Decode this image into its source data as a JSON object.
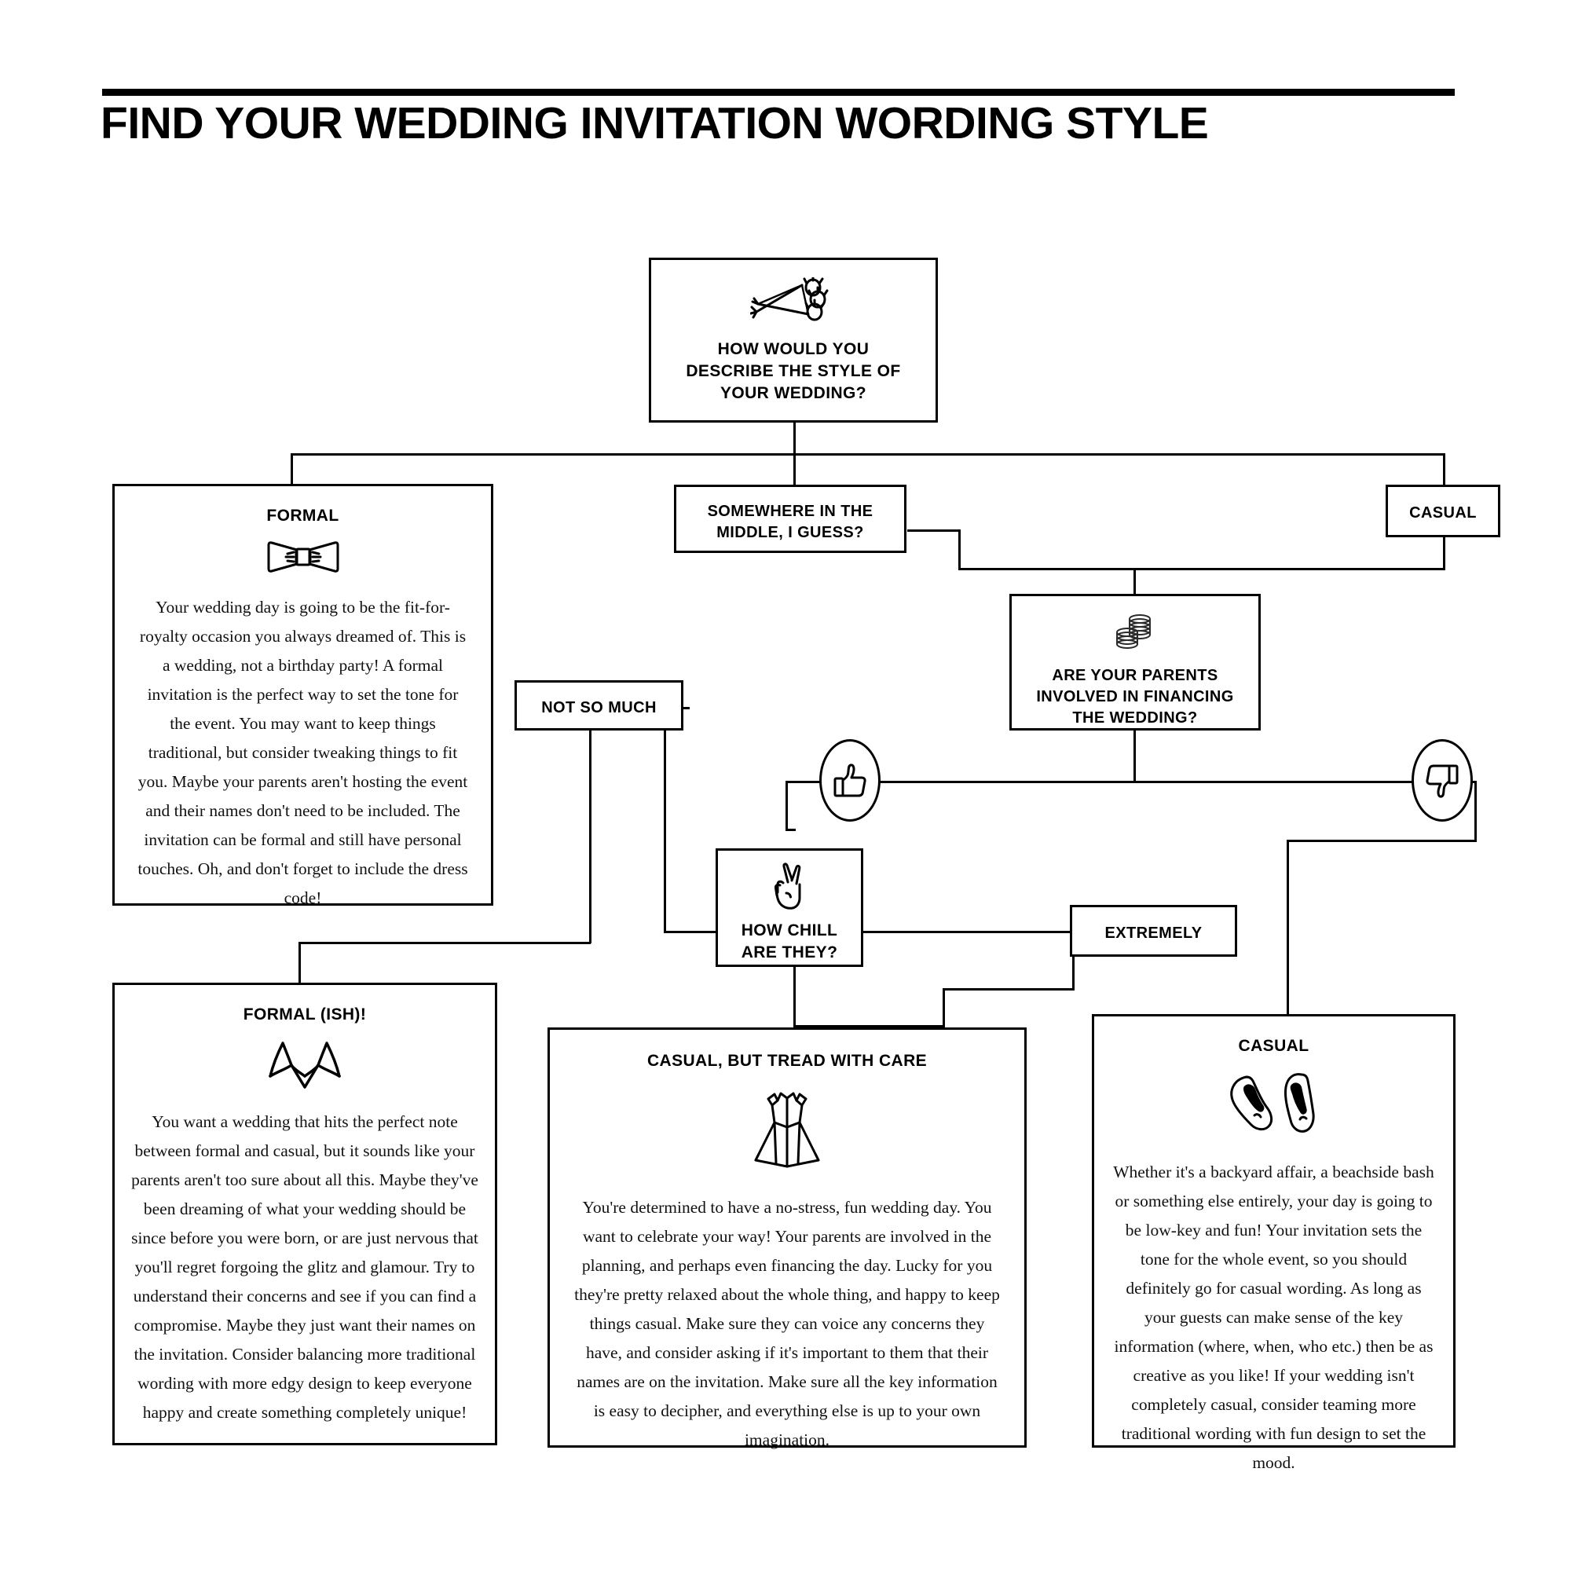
{
  "header": {
    "title": "FIND YOUR WEDDING INVITATION WORDING STYLE"
  },
  "flowchart": {
    "type": "decision-tree",
    "start": {
      "id": "start",
      "icon": "bouquet-icon",
      "question": "HOW WOULD YOU DESCRIBE THE STYLE OF YOUR WEDDING?",
      "line1": "HOW WOULD YOU",
      "line2": "DESCRIBE THE STYLE OF",
      "line3": "YOUR WEDDING?"
    },
    "answers": {
      "formal": "FORMAL",
      "middle_l1": "SOMEWHERE IN THE",
      "middle_l2": "MIDDLE, I GUESS?",
      "casual": "CASUAL",
      "not_so_much": "NOT SO MUCH",
      "extremely": "EXTREMELY",
      "thumbs_up": "yes",
      "thumbs_down": "no"
    },
    "finance_question": {
      "id": "finance",
      "icon": "coins-icon",
      "line1": "ARE YOUR PARENTS",
      "line2": "INVOLVED IN FINANCING",
      "line3": "THE WEDDING?"
    },
    "chill_question": {
      "id": "chill",
      "icon": "peace-hand-icon",
      "line1": "HOW CHILL",
      "line2": "ARE THEY?"
    },
    "results": [
      {
        "id": "result-formal",
        "title": "FORMAL",
        "icon": "bow-tie-icon",
        "body": "Your wedding day is going to be the fit-for-royalty occasion you always dreamed of. This is a wedding, not a birthday party! A formal invitation is the perfect way to set the tone for the event. You may want to keep things traditional, but consider tweaking things to fit you. Maybe your parents aren't hosting the event and their names don't need to be included. The invitation can be formal and still have personal touches. Oh, and don't forget to include the dress code!"
      },
      {
        "id": "result-formal-ish",
        "title": "FORMAL (ISH)!",
        "icon": "open-collar-icon",
        "body": "You want a wedding that hits the perfect note between formal and casual, but it sounds like your parents aren't too sure about all this. Maybe they've been dreaming of what your wedding should be since before you were born, or are just nervous that you'll regret forgoing the glitz and glamour. Try to understand their concerns and see if you can find a compromise. Maybe they just want their names on the invitation. Consider balancing more traditional wording with more edgy design to keep everyone happy and create something completely unique!"
      },
      {
        "id": "result-casual-care",
        "title": "CASUAL, BUT TREAD WITH CARE",
        "icon": "dress-icon",
        "body": "You're determined to have a no-stress, fun wedding day. You want to celebrate your way! Your parents are involved in the planning, and perhaps even financing the day. Lucky for you they're pretty relaxed about the whole thing, and happy to keep things casual. Make sure they can voice any concerns they have, and consider asking if it's important to them that their names are on the invitation. Make sure all the key information is easy to decipher, and everything else is up to your own imagination."
      },
      {
        "id": "result-casual",
        "title": "CASUAL",
        "icon": "flip-flops-icon",
        "body": "Whether it's a backyard affair, a beachside bash or something else entirely, your day is going to be low-key and fun! Your invitation sets the tone for the whole event, so you should definitely go for casual wording. As long as your guests can make sense of the key information (where, when, who etc.) then be as creative as you like! If your wedding isn't completely casual, consider teaming more traditional wording with fun design to set the mood."
      }
    ]
  },
  "colors": {
    "ink": "#000000",
    "paper": "#ffffff"
  }
}
